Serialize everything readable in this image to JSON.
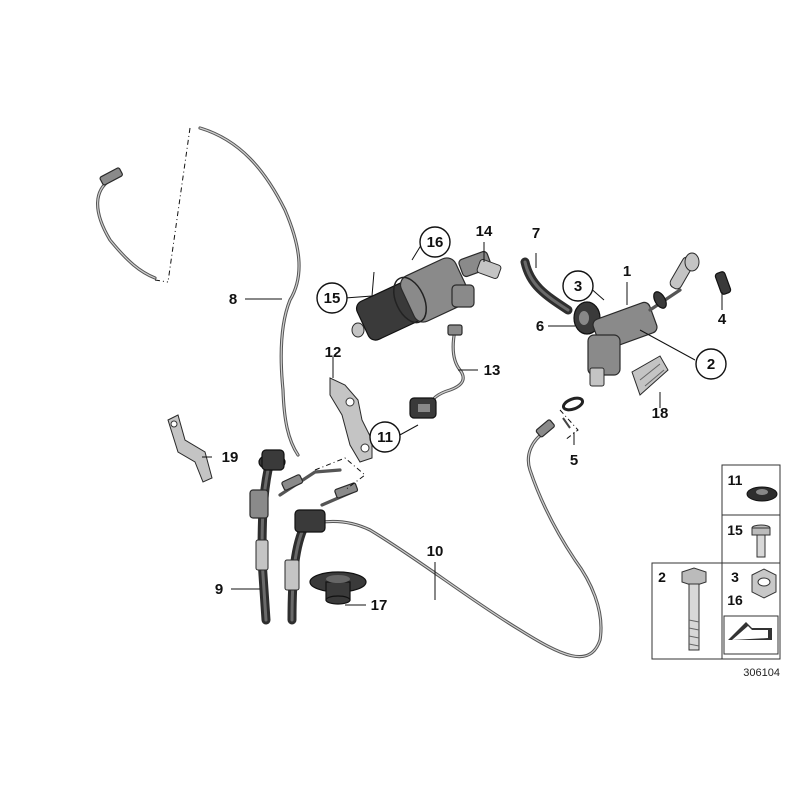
{
  "diagram": {
    "callouts": {
      "c1": "1",
      "c2": "2",
      "c3": "3",
      "c4": "4",
      "c5": "5",
      "c6": "6",
      "c7": "7",
      "c8": "8",
      "c9": "9",
      "c10": "10",
      "c11": "11",
      "c12": "12",
      "c13": "13",
      "c14": "14",
      "c15": "15",
      "c16": "16",
      "c17": "17",
      "c18": "18",
      "c19": "19"
    },
    "legend": {
      "item_11": "11",
      "item_15": "15",
      "item_2": "2",
      "item_3": "3",
      "item_16": "16"
    },
    "drawing_number": "306104"
  }
}
